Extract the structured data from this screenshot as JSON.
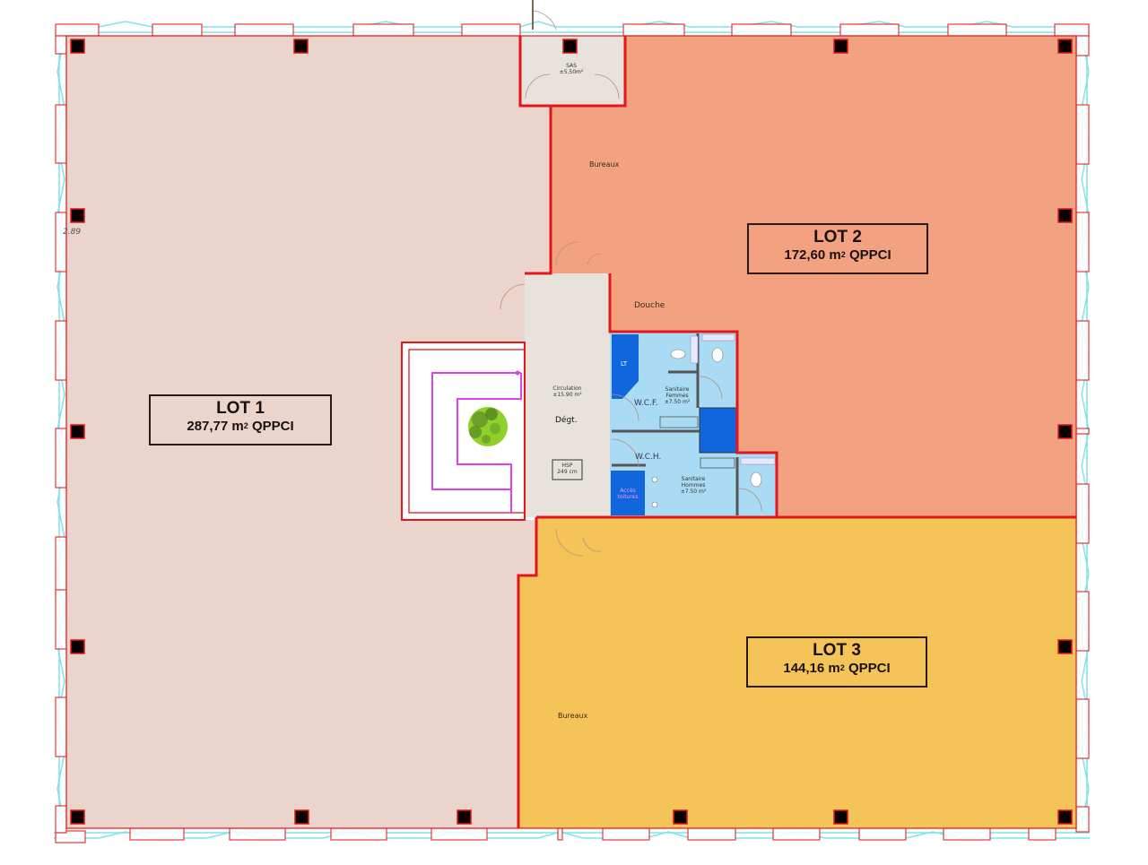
{
  "floorplan": {
    "lots": [
      {
        "id": "lot1",
        "title": "LOT 1",
        "area": "287,77",
        "unit": "m",
        "exp": "2",
        "suffix": "QPPCI",
        "color": "#ead4cb"
      },
      {
        "id": "lot2",
        "title": "LOT 2",
        "area": "172,60",
        "unit": "m",
        "exp": "2",
        "suffix": "QPPCI",
        "color": "#f2a280"
      },
      {
        "id": "lot3",
        "title": "LOT 3",
        "area": "144,16",
        "unit": "m",
        "exp": "2",
        "suffix": "QPPCI",
        "color": "#f5c458"
      }
    ],
    "rooms": {
      "sas": {
        "name": "SAS",
        "area": "±5.50m²"
      },
      "lot2_bureaux": "Bureaux",
      "douche": "Douche",
      "circulation": {
        "name": "Circulation",
        "area": "±15.90 m²"
      },
      "degt": "Dégt.",
      "hsp": {
        "line1": "HSP",
        "line2": "249 cm"
      },
      "lt": "LT",
      "sanitaire_femmes": {
        "name": "Sanitaire",
        "line2": "Femmes",
        "area": "±7.50 m²"
      },
      "wcf": "W.C.F.",
      "wch": "W.C.H.",
      "sanitaire_hommes": {
        "name": "Sanitaire",
        "line2": "Hommes",
        "area": "±7.50 m²"
      },
      "local_menage": {
        "line1": "Accès",
        "line2": "toitures"
      },
      "lot3_bureaux": "Bureaux"
    },
    "annotations": {
      "dimension": "2.89"
    },
    "colors": {
      "wall": "#e3171b",
      "window": "#7fe3ea",
      "column": "#0a0000",
      "sanitary": "#a9dcf4",
      "technical": "#1166dd",
      "circulation": "#e7e3dc",
      "patio_path": "#e040e8",
      "plant": "#8fd12a"
    }
  }
}
